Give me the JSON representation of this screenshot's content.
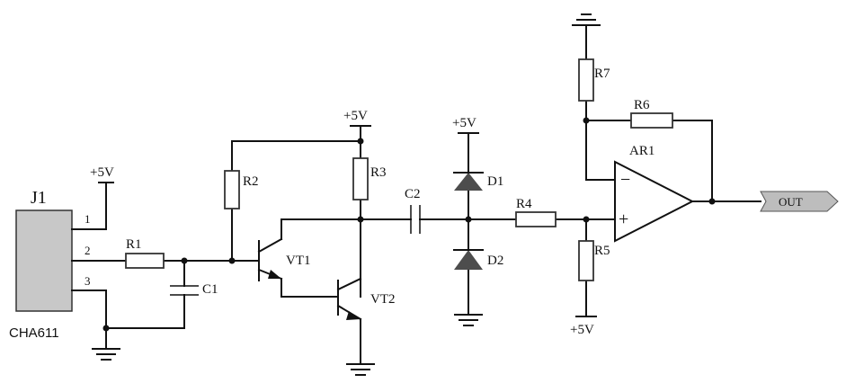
{
  "connector": {
    "ref": "J1",
    "part": "CHA611",
    "pins": [
      "1",
      "2",
      "3"
    ]
  },
  "components": {
    "R1": "R1",
    "R2": "R2",
    "R3": "R3",
    "R4": "R4",
    "R5": "R5",
    "R6": "R6",
    "R7": "R7",
    "C1": "C1",
    "C2": "C2",
    "VT1": "VT1",
    "VT2": "VT2",
    "D1": "D1",
    "D2": "D2",
    "AR1": "AR1"
  },
  "power": {
    "vcc_j1": "+5V",
    "vcc_r3": "+5V",
    "vcc_d1": "+5V",
    "vcc_r5": "+5V"
  },
  "opamp": {
    "minus": "−",
    "plus": "+"
  },
  "output": {
    "label": "OUT"
  },
  "colors": {
    "ic_body": "#c8c8c8",
    "diode": "#4d4d4d",
    "wire": "#111111",
    "out_tag": "#bdbdbd"
  }
}
